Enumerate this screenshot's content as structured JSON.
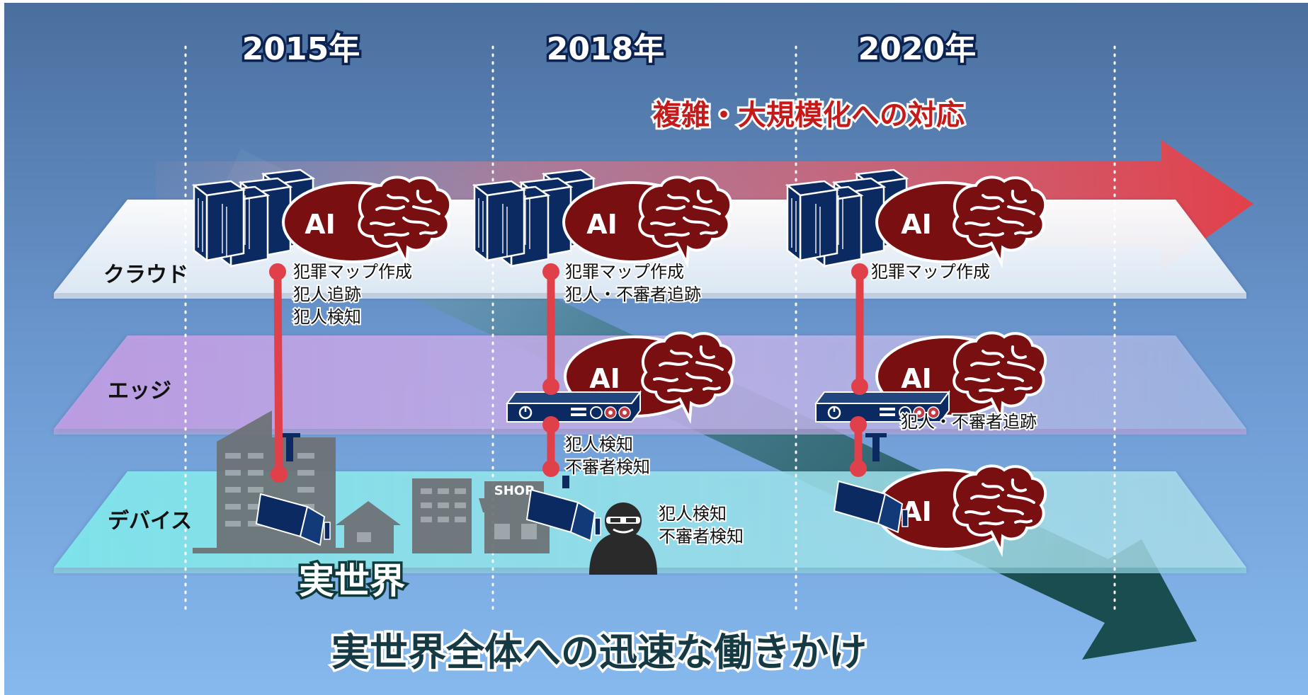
{
  "years": [
    "2015年",
    "2018年",
    "2020年"
  ],
  "layers": {
    "cloud": "クラウド",
    "edge": "エッジ",
    "device": "デバイス"
  },
  "ai_label": "AI",
  "arrows": {
    "complexity": "複雑・大規模化への対応",
    "real_world_action": "実世界全体への迅速な働きかけ"
  },
  "real_world_label": "実世界",
  "shop_sign": "SHOP",
  "columns": [
    {
      "year": "2015年",
      "cloud_tasks": [
        "犯罪マップ作成",
        "犯人追跡",
        "犯人検知"
      ]
    },
    {
      "year": "2018年",
      "cloud_tasks": [
        "犯罪マップ作成",
        "犯人・不審者追跡"
      ],
      "edge_tasks": [
        "犯人検知",
        "不審者検知"
      ],
      "device_tasks": [
        "犯人検知",
        "不審者検知"
      ]
    },
    {
      "year": "2020年",
      "cloud_tasks": [
        "犯罪マップ作成"
      ],
      "edge_tasks": [
        "犯人・不審者追跡"
      ]
    }
  ],
  "colors": {
    "background_top": "#4a6f9e",
    "background_bottom": "#7db1ea",
    "ai_ellipse": "#7a0f12",
    "server_blue": "#0b2a62",
    "connector_red": "#e0404a",
    "red_arrow": "#e0444c",
    "teal_arrow": "#1f5658"
  },
  "icons": [
    "server-icon",
    "brain-icon",
    "edge-device-icon",
    "security-camera-icon",
    "suspect-icon",
    "building-icon",
    "house-icon",
    "shop-icon"
  ]
}
